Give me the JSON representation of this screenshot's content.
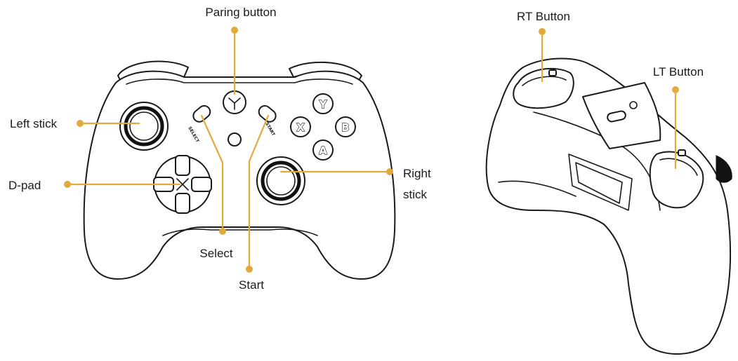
{
  "accent_color": "#E2A93B",
  "labels": {
    "pairing_button": "Paring button",
    "left_stick": "Left stick",
    "dpad": "D-pad",
    "select": "Select",
    "start": "Start",
    "right_stick_line1": "Right",
    "right_stick_line2": "stick",
    "rt_button": "RT Button",
    "lt_button": "LT Button"
  },
  "face_buttons": {
    "y": "Y",
    "x": "X",
    "b": "B",
    "a": "A"
  },
  "button_markings": {
    "select": "SELECT",
    "start": "START"
  }
}
